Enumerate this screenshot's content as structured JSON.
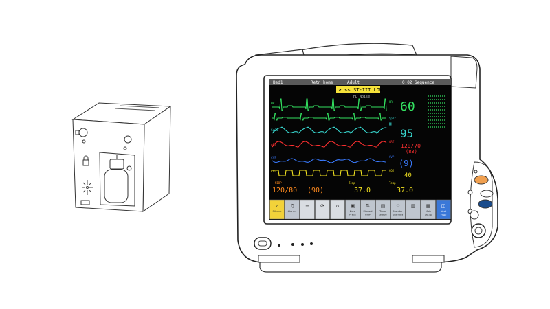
{
  "colors": {
    "screen_bg": "#050505",
    "ecg": "#33e060",
    "spo2": "#38d8d0",
    "art": "#ff3030",
    "cvp": "#3a7bff",
    "co2": "#f0e020",
    "nibp": "#ff8a1e",
    "alarm_bar": "#f6e23a",
    "knob_orange": "#f0a050",
    "knob_blue": "#1a4c8c"
  },
  "monitor": {
    "status_bar": {
      "left": "Bed1",
      "center_a": "Retn home",
      "center_b": "Adult",
      "right": "0:02 Sequence"
    },
    "alarm_message": "✔ << ST-III LOW",
    "sub_message": "HD Noise",
    "params": {
      "hr": "60",
      "spo2": "95",
      "art_sys_dia": "120/70",
      "art_mean": "(83)",
      "cvp": "(9)",
      "co2": "40",
      "nibp": "120/80",
      "nibp_mean": "(90)",
      "temp1": "37.0",
      "temp2": "37.0"
    },
    "labels": {
      "hr": "HR",
      "spo2": "SpO2",
      "art": "ART",
      "cvp": "CVP",
      "co2": "CO2",
      "nibp": "NIBP",
      "temp1": "Temp",
      "temp2": "Temp"
    },
    "keys": [
      {
        "icon": "✓",
        "label": "Silence"
      },
      {
        "icon": "♫",
        "label": "Alarms"
      },
      {
        "icon": "≡",
        "label": ""
      },
      {
        "icon": "⟳",
        "label": ""
      },
      {
        "icon": "⌂",
        "label": ""
      },
      {
        "icon": "▣",
        "label": "Zero Press"
      },
      {
        "icon": "⇅",
        "label": "Manual NIBP"
      },
      {
        "icon": "▤",
        "label": "Trend Graph"
      },
      {
        "icon": "☆",
        "label": "Monitor Standby"
      },
      {
        "icon": "▥",
        "label": ""
      },
      {
        "icon": "▦",
        "label": "Main Setup"
      },
      {
        "icon": "◫",
        "label": "Next Page"
      }
    ]
  }
}
